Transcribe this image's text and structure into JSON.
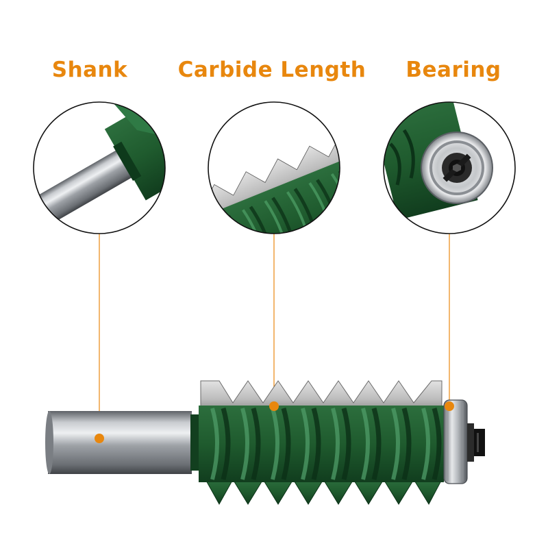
{
  "labels": {
    "shank": "Shank",
    "carbide_length": "Carbide Length",
    "bearing": "Bearing"
  },
  "colors": {
    "accent": "#E8870E",
    "cutter_green": "#1F5B2E",
    "steel": "#A9ADB2",
    "carbide": "#BDBDBD"
  },
  "icons": [
    "shank-detail-closeup",
    "carbide-teeth-closeup",
    "bearing-closeup"
  ]
}
